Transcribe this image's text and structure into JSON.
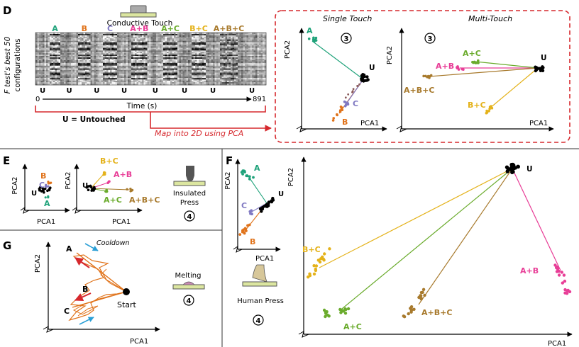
{
  "colors": {
    "A": "#1fa27a",
    "B": "#e0731b",
    "C": "#8079c2",
    "AB": "#e83e97",
    "AC": "#6aab2c",
    "BC": "#e4b21a",
    "ABC": "#a87a2d",
    "U": "#000000",
    "red": "#d6282d",
    "pad": "#dce6a0",
    "probe": "#aaaaaa"
  },
  "panelD": {
    "letter": "D",
    "device_label": "Conductive Touch",
    "ylabel_line1": "F test's best 50",
    "ylabel_line2": "configurations",
    "col_labels": [
      "A",
      "B",
      "C",
      "A+B",
      "A+C",
      "B+C",
      "A+B+C"
    ],
    "u_label": "U",
    "x_start": "0",
    "x_end": "891",
    "x_label": "Time (s)",
    "legend": "U = Untouched",
    "map_text": "Map into 2D using PCA",
    "single_title": "Single Touch",
    "multi_title": "Multi-Touch",
    "circle_number": "3",
    "pca1": "PCA1",
    "pca2": "PCA2",
    "labels": {
      "A": "A",
      "B": "B",
      "C": "C",
      "U": "U",
      "AB": "A+B",
      "AC": "A+C",
      "BC": "B+C",
      "ABC": "A+B+C"
    }
  },
  "panelE": {
    "letter": "E",
    "pca1": "PCA1",
    "pca2": "PCA2",
    "device_line1": "Insulated",
    "device_line2": "Press",
    "circle_number": "4",
    "labels": {
      "A": "A",
      "B": "B",
      "C": "C",
      "U": "U",
      "AB": "A+B",
      "AC": "A+C",
      "BC": "B+C",
      "ABC": "A+B+C"
    }
  },
  "panelG": {
    "letter": "G",
    "pca1": "PCA1",
    "pca2": "PCA2",
    "cooldown": "Cooldown",
    "start": "Start",
    "labels": {
      "A": "A",
      "B": "B",
      "C": "C"
    },
    "device_label": "Melting",
    "circle_number": "4"
  },
  "panelF": {
    "letter": "F",
    "pca1": "PCA1",
    "pca2": "PCA2",
    "device_label": "Human Press",
    "circle_number": "4",
    "labels": {
      "A": "A",
      "B": "B",
      "C": "C",
      "U": "U",
      "AB": "A+B",
      "AC": "A+C",
      "BC": "B+C",
      "ABC": "A+B+C"
    }
  }
}
